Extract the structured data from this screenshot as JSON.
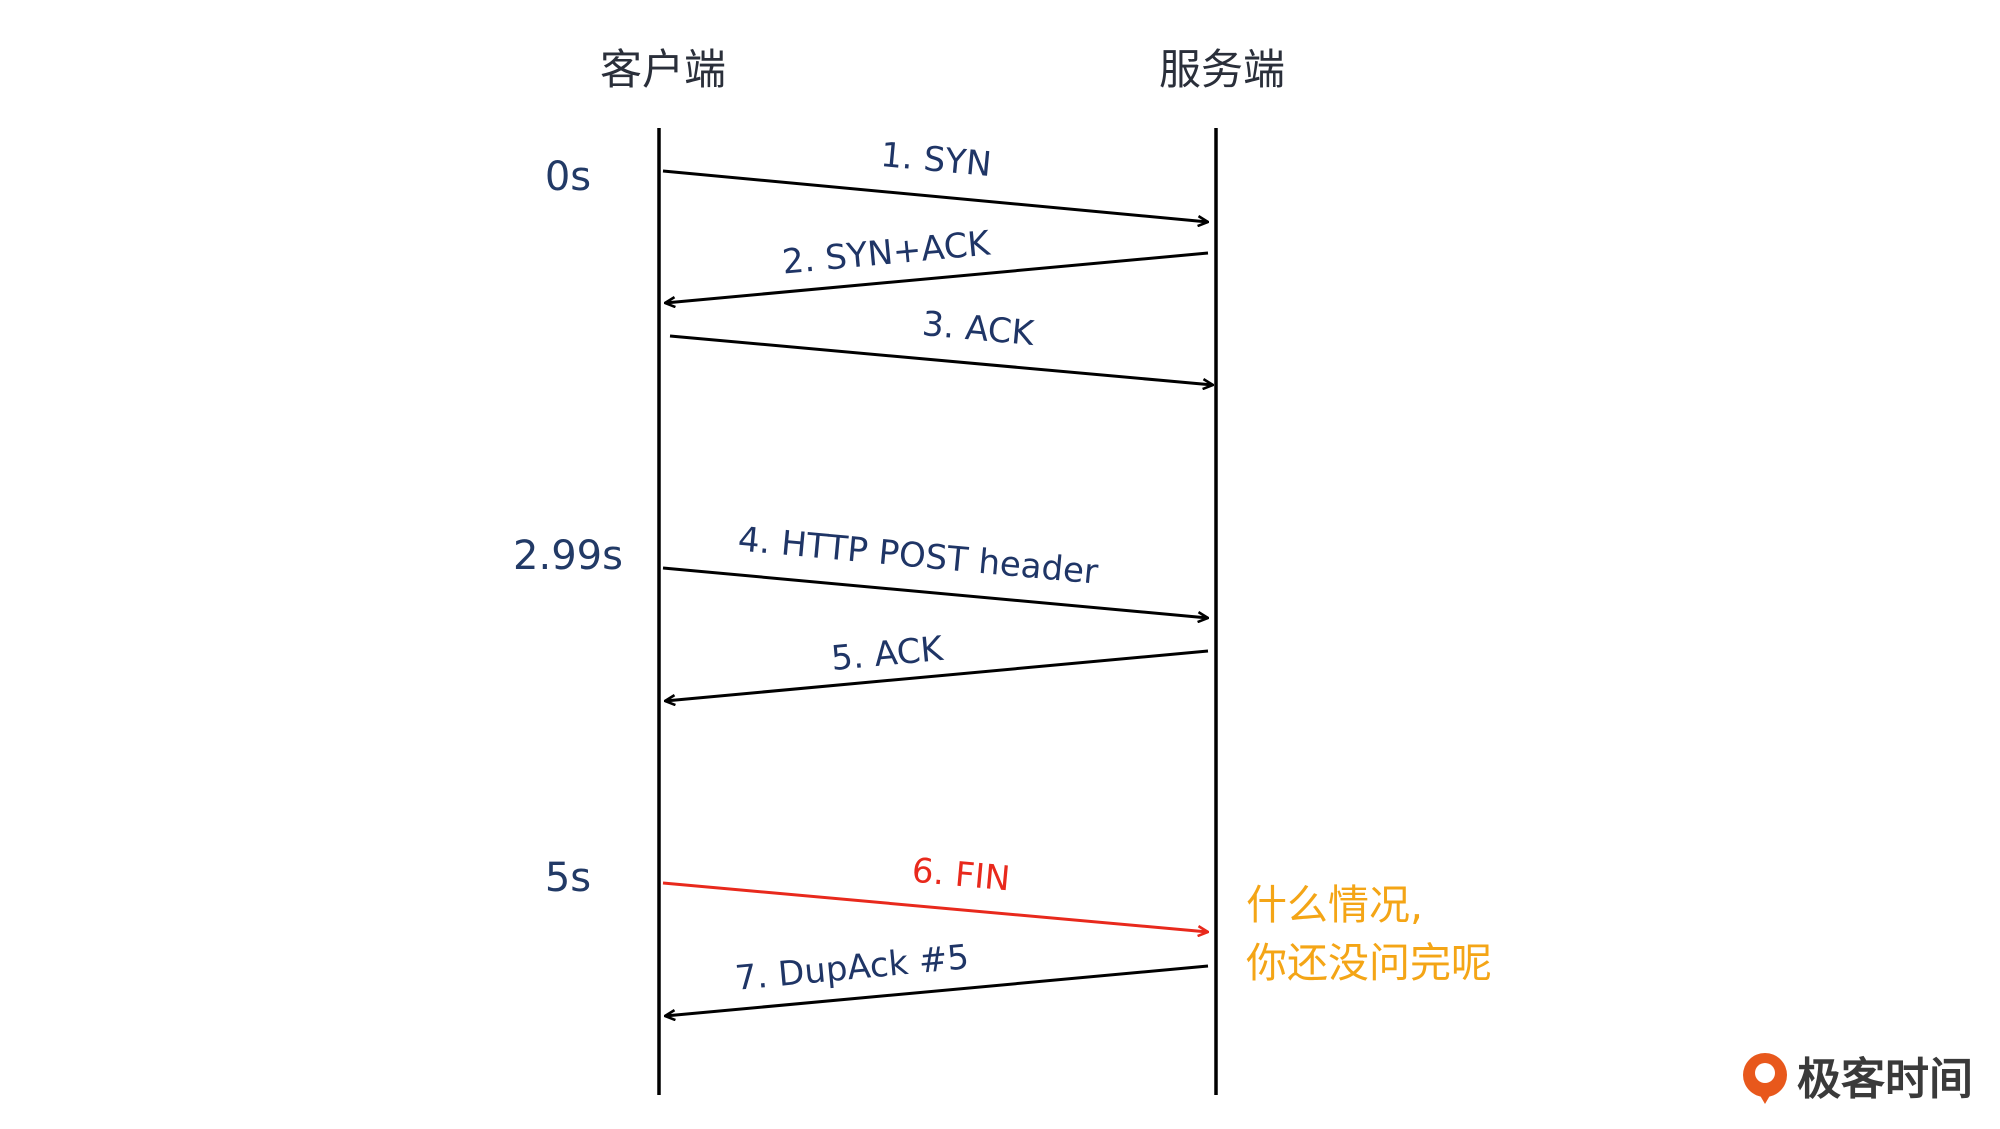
{
  "lanes": {
    "client": "客户端",
    "server": "服务端"
  },
  "times": {
    "t0": "0s",
    "t1": "2.99s",
    "t2": "5s"
  },
  "messages": [
    {
      "label": "1. SYN",
      "direction": "client-to-server",
      "color": "#000000",
      "label_color": "#1f3566"
    },
    {
      "label": "2. SYN+ACK",
      "direction": "server-to-client",
      "color": "#000000",
      "label_color": "#1f3566"
    },
    {
      "label": "3. ACK",
      "direction": "client-to-server",
      "color": "#000000",
      "label_color": "#1f3566"
    },
    {
      "label": "4. HTTP POST header",
      "direction": "client-to-server",
      "color": "#000000",
      "label_color": "#1f3566"
    },
    {
      "label": "5. ACK",
      "direction": "server-to-client",
      "color": "#000000",
      "label_color": "#1f3566"
    },
    {
      "label": "6. FIN",
      "direction": "client-to-server",
      "color": "#e8291c",
      "label_color": "#e8291c"
    },
    {
      "label": "7. DupAck #5",
      "direction": "server-to-client",
      "color": "#000000",
      "label_color": "#1f3566"
    }
  ],
  "note": {
    "line1": "什么情况,",
    "line2": "你还没问完呢",
    "color": "#f4a516"
  },
  "logo": {
    "text": "极客时间",
    "accent": "#e8581c"
  }
}
